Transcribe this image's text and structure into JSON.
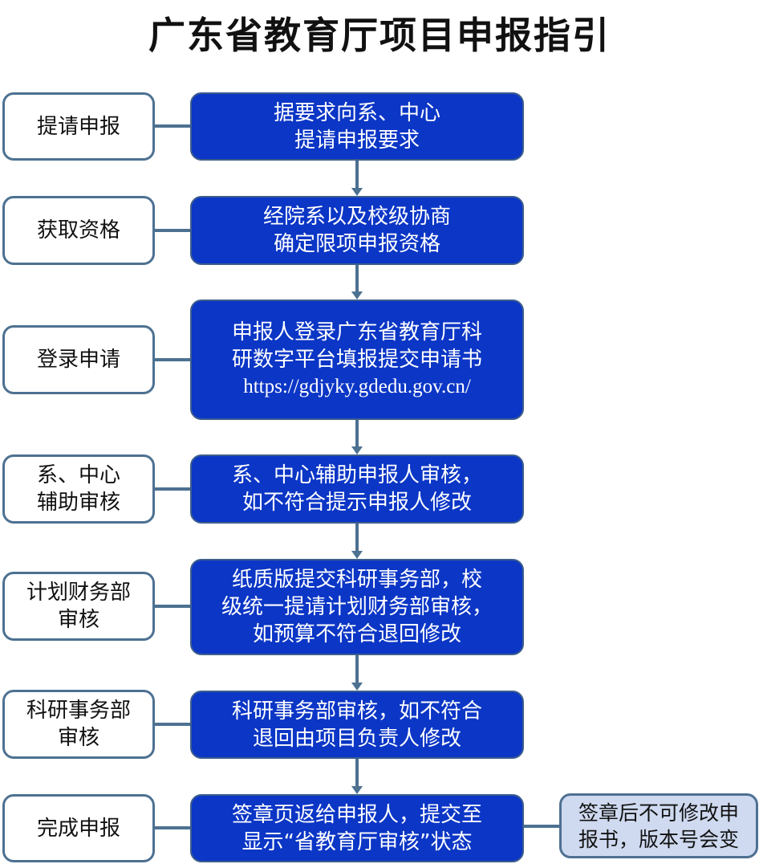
{
  "title": "广东省教育厅项目申报指引",
  "steps": [
    {
      "label": "提请申报",
      "detail": "据要求向系、中心\n提请申报要求"
    },
    {
      "label": "获取资格",
      "detail": "经院系以及校级协商\n确定限项申报资格"
    },
    {
      "label": "登录申请",
      "detail": "申报人登录广东省教育厅科\n研数字平台填报提交申请书",
      "url": "https://gdjyky.gdedu.gov.cn/"
    },
    {
      "label": "系、中心\n辅助审核",
      "detail": "系、中心辅助申报人审核，\n如不符合提示申报人修改"
    },
    {
      "label": "计划财务部\n审核",
      "detail": "纸质版提交科研事务部，校\n级统一提请计划财务部审核，\n如预算不符合退回修改"
    },
    {
      "label": "科研事务部\n审核",
      "detail": "科研事务部审核，如不符合\n退回由项目负责人修改"
    },
    {
      "label": "完成申报",
      "detail": "签章页返给申报人，提交至\n显示“省教育厅审核”状态"
    }
  ],
  "note": "签章后不可修改申\n报书，版本号会变",
  "colors": {
    "step_fill": "#0b36c6",
    "connector": "#4d7191",
    "note_fill": "#cfdaf0"
  }
}
